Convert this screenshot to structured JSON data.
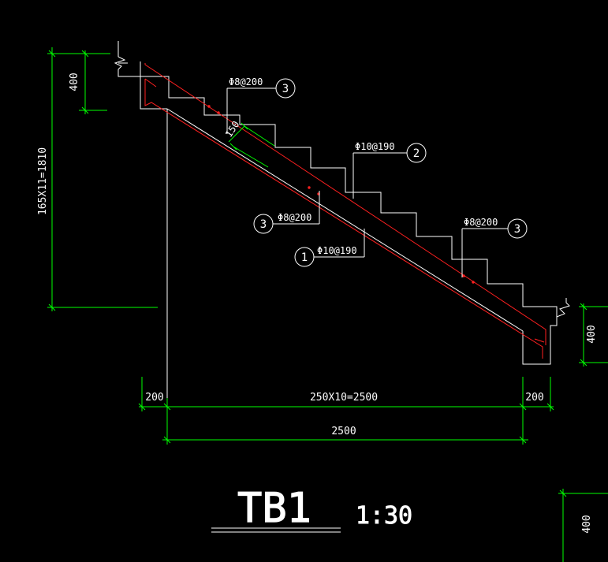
{
  "drawing": {
    "title": "TB1",
    "scale": "1:30"
  },
  "dimensions": {
    "top_landing_height": "400",
    "total_rise": "165X11=1810",
    "slab_thickness": "150",
    "left_landing_width": "200",
    "run_detail": "250X10=2500",
    "right_landing_width": "200",
    "total_run": "2500",
    "bottom_landing_height": "400",
    "corner_fragment_height": "400"
  },
  "rebar_callouts": [
    {
      "spec": "Φ8@200",
      "mark": "3"
    },
    {
      "spec": "Φ10@190",
      "mark": "2"
    },
    {
      "spec": "Φ8@200",
      "mark": "3"
    },
    {
      "spec": "Φ10@190",
      "mark": "1"
    },
    {
      "spec": "Φ8@200",
      "mark": "3"
    }
  ],
  "colors": {
    "background": "#000000",
    "outline": "#ffffff",
    "dimension": "#00ff00",
    "rebar": "#ff2020"
  }
}
